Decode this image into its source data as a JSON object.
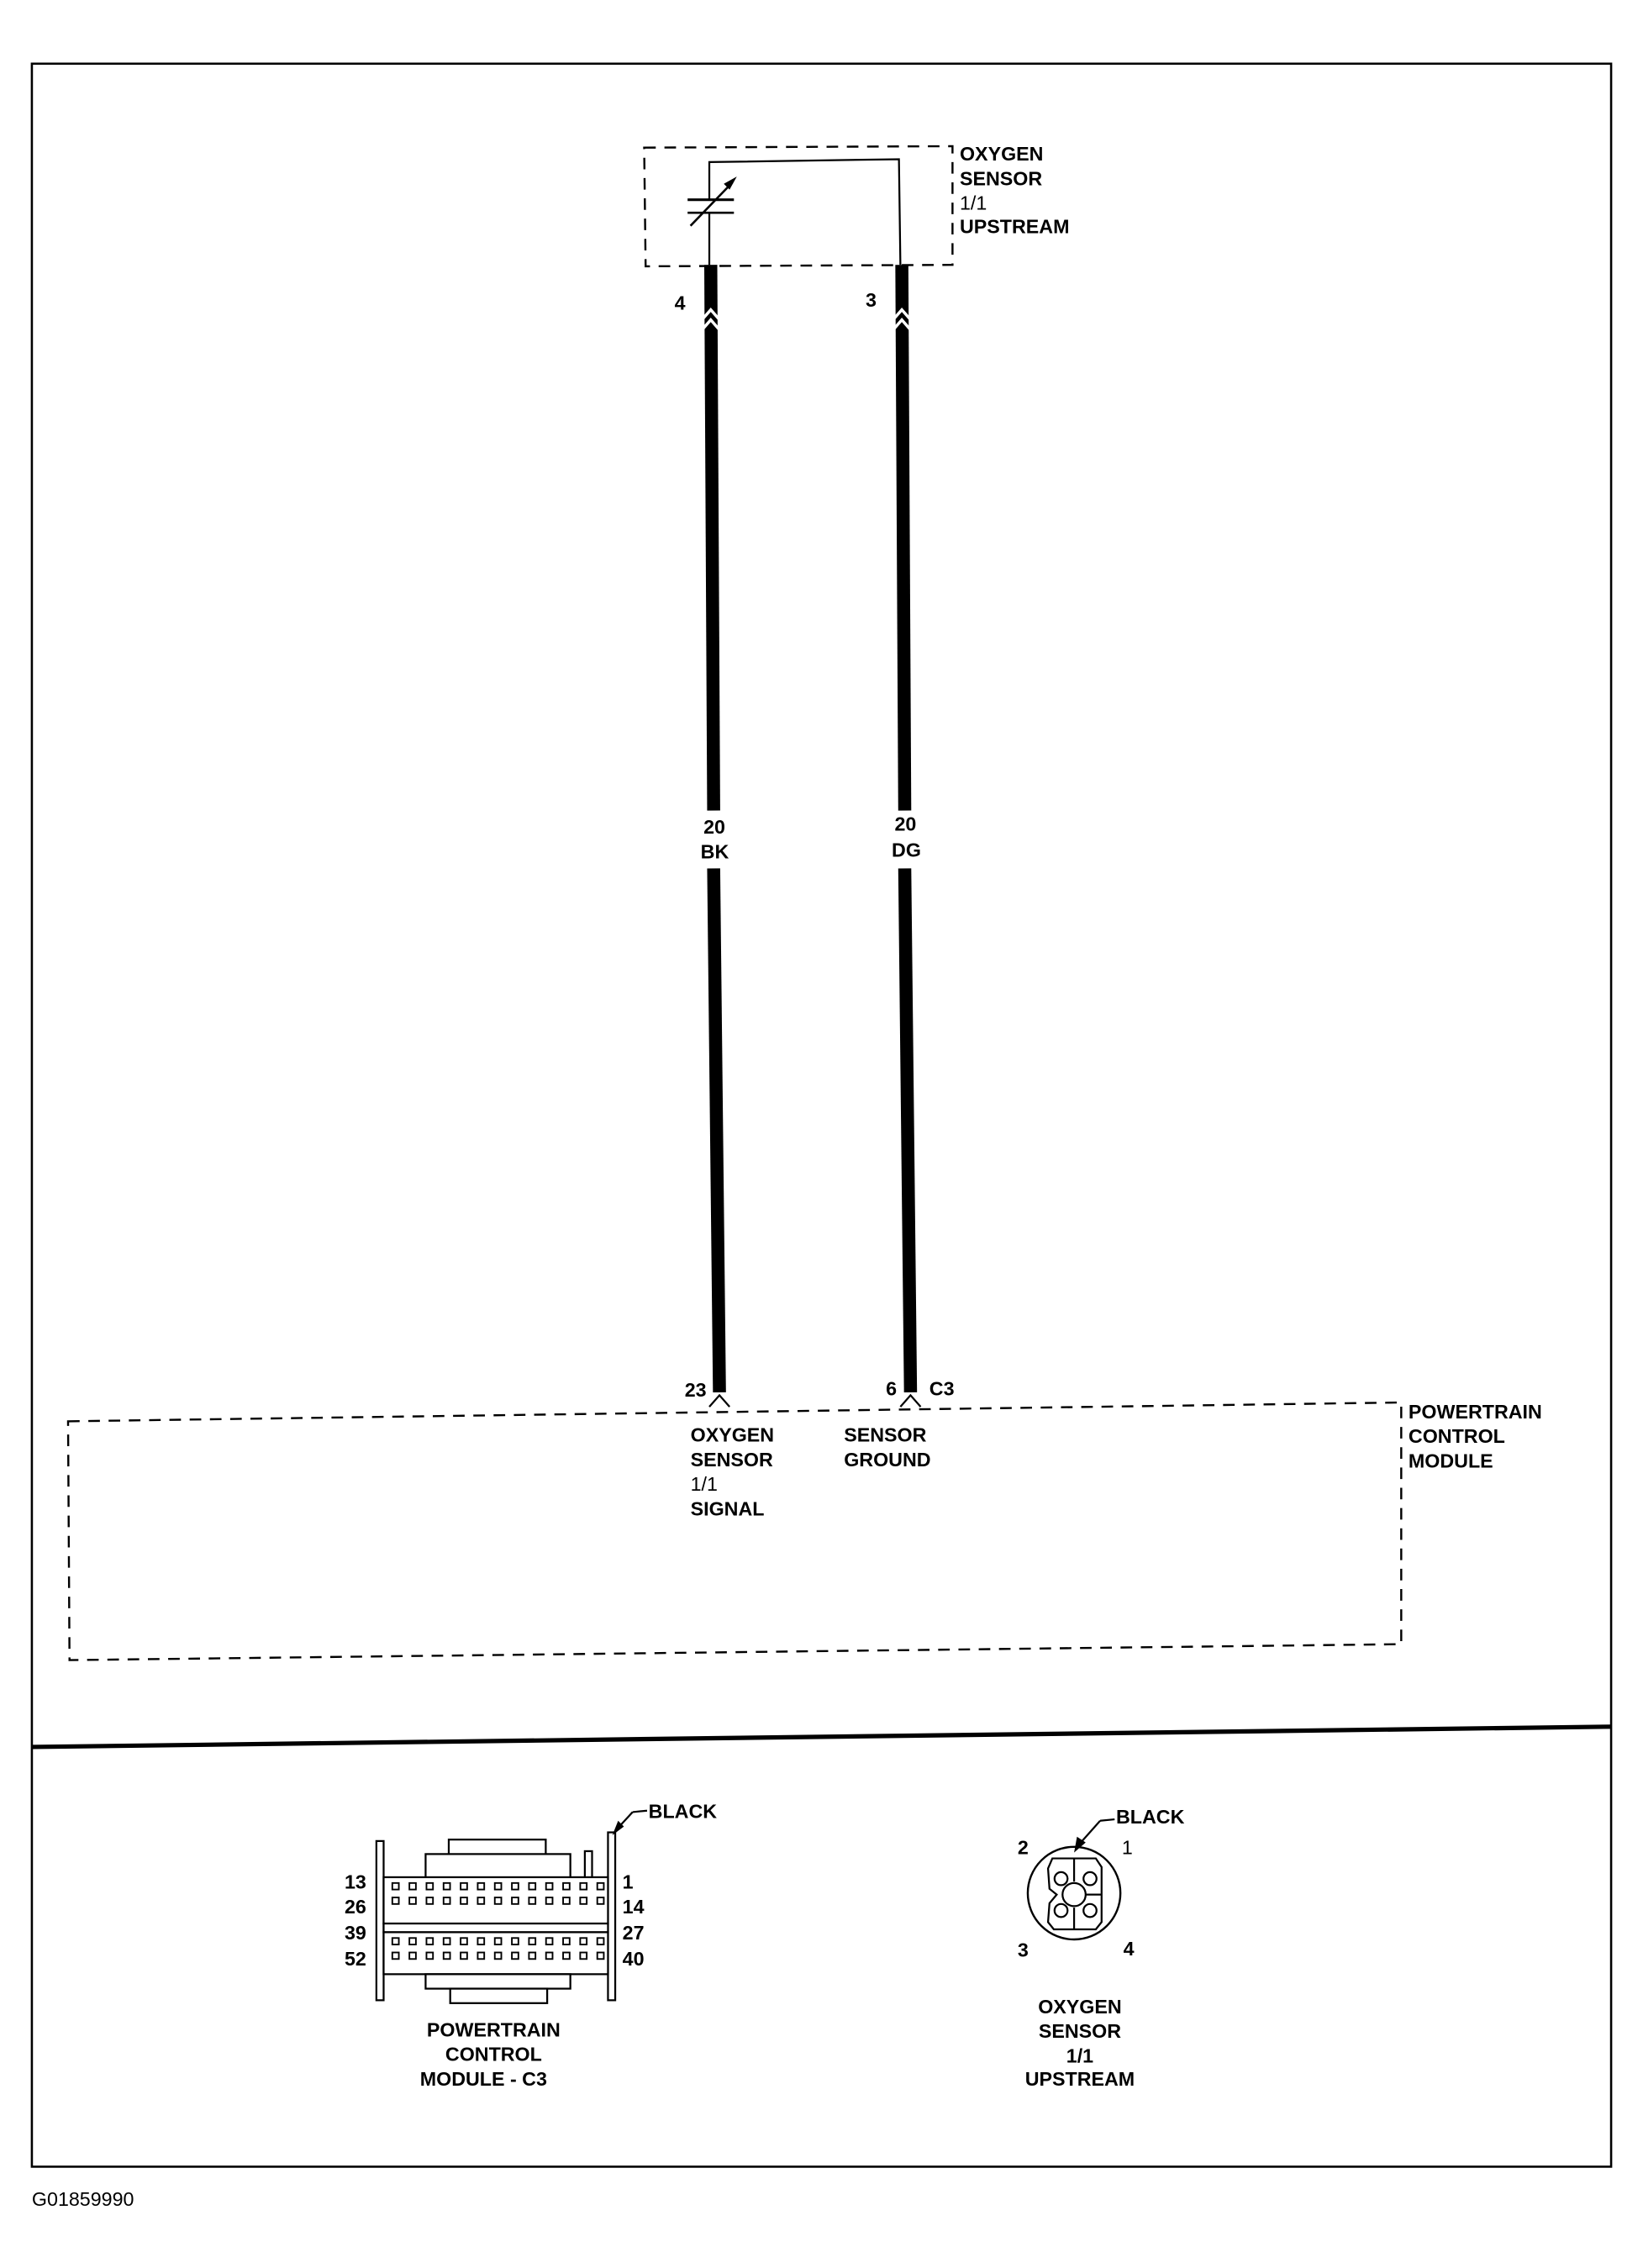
{
  "diagram": {
    "oxygen_sensor": {
      "label": [
        "OXYGEN",
        "SENSOR",
        "1/1",
        "UPSTREAM"
      ]
    },
    "wires": [
      {
        "gauge": "20",
        "color_code": "BK",
        "sensor_pin": "4",
        "pcm_pin": "23"
      },
      {
        "gauge": "20",
        "color_code": "DG",
        "sensor_pin": "3",
        "pcm_pin": "6"
      }
    ],
    "pcm": {
      "label": [
        "POWERTRAIN",
        "CONTROL",
        "MODULE"
      ],
      "connector_id": "C3",
      "pin_functions": [
        [
          "OXYGEN",
          "SENSOR",
          "1/1",
          "SIGNAL"
        ],
        [
          "SENSOR",
          "GROUND"
        ]
      ]
    },
    "connector_views": [
      {
        "name": [
          "POWERTRAIN",
          "CONTROL",
          "MODULE - C3"
        ],
        "color": "BLACK",
        "pin_labels_left": [
          "13",
          "26",
          "39",
          "52"
        ],
        "pin_labels_right": [
          "1",
          "14",
          "27",
          "40"
        ]
      },
      {
        "name": [
          "OXYGEN",
          "SENSOR",
          "1/1",
          "UPSTREAM"
        ],
        "color": "BLACK",
        "pin_labels": [
          "2",
          "1",
          "3",
          "4"
        ]
      }
    ],
    "figure_id": "G01859990"
  }
}
